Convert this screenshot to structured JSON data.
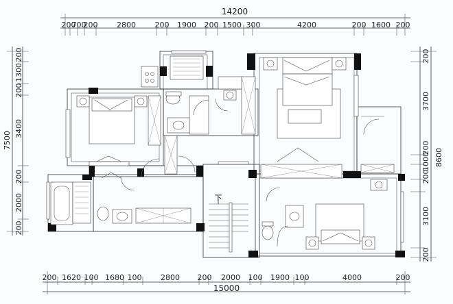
{
  "plan": {
    "top_total": "14200",
    "top_segments": [
      "200",
      "700",
      "200",
      "2800",
      "200",
      "1900",
      "200",
      "1500",
      "300",
      "4200",
      "200",
      "1600",
      "200"
    ],
    "bottom_total": "15000",
    "bottom_segments": [
      "200",
      "1620",
      "100",
      "1680",
      "100",
      "2800",
      "200",
      "2000",
      "100",
      "1900",
      "100",
      "4000",
      "200"
    ],
    "left_total": "7500",
    "left_segments": [
      "200",
      "1300",
      "200",
      "3400",
      "200",
      "2000",
      "200"
    ],
    "right_total": "8600",
    "right_segments": [
      "200",
      "3700",
      "200",
      "1000",
      "200",
      "3100",
      "200"
    ],
    "stair_label": "下"
  }
}
